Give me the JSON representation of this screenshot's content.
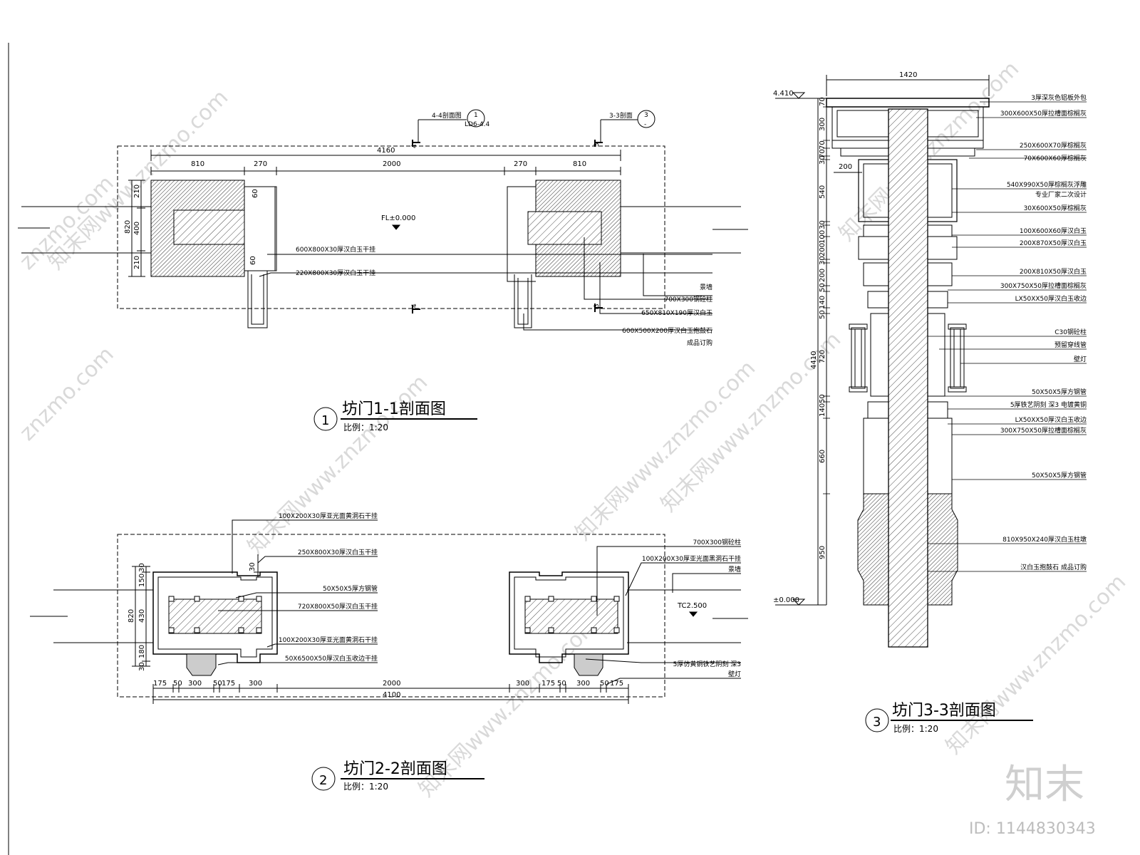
{
  "watermark": {
    "site": "znzmo.com",
    "brand": "知末网www.znzmo.com",
    "logo": "知末",
    "id": "ID: 1144830343"
  },
  "s1": {
    "title": "坊门1-1剖面图",
    "num": "1",
    "scale": "比例：1:20",
    "top_dims": [
      "810",
      "270",
      "2000",
      "270",
      "810"
    ],
    "overall": "4160",
    "left_dims": [
      "820",
      "210",
      "400",
      "210"
    ],
    "small_dims": [
      "60",
      "60"
    ],
    "level": "FL±0.000",
    "cut4": "4-4剖面图",
    "cut4_num": "1",
    "cut4_ref": "LD6-4.4",
    "cut4_mark": "4",
    "cut3": "3-3剖面",
    "cut3_num": "3",
    "cut3_ref": "-",
    "cut3_mark": "3",
    "labels": [
      "600X800X30厚汉白玉干挂",
      "220X800X30厚汉白玉干挂",
      "景墙",
      "700X300钢砼柱",
      "650X810X190厚汉白玉",
      "600X500X200厚汉白玉抱鼓石",
      "成品订购"
    ]
  },
  "s2": {
    "title": "坊门2-2剖面图",
    "num": "2",
    "scale": "比例：1:20",
    "bottom_dims": [
      "175",
      "50",
      "300",
      "50",
      "175",
      "300",
      "2000",
      "300",
      "175",
      "50",
      "300",
      "50",
      "175"
    ],
    "overall": "4100",
    "left_dims": [
      "820",
      "30",
      "150",
      "430",
      "180",
      "30"
    ],
    "small_dim": "30",
    "level": "TC2.500",
    "labels_left": [
      "100X200X30厚亚光面黄洞石干挂",
      "250X800X30厚汉白玉干挂",
      "50X50X5厚方钢管",
      "720X800X50厚汉白玉干挂",
      "100X200X30厚亚光面黄洞石干挂",
      "50X6500X50厚汉白玉收边干挂"
    ],
    "labels_right": [
      "700X300钢砼柱",
      "100X200X30厚亚光面黑洞石干挂",
      "景墙",
      "5厚仿黄铜铁艺阴刻 深3",
      "壁灯"
    ]
  },
  "s3": {
    "title": "坊门3-3剖面图",
    "num": "3",
    "scale": "比例：1:20",
    "top_dim": "1420",
    "side_dim": "200",
    "level_top": "4.410",
    "level_bot": "±0.000",
    "overall": "4410",
    "dims": [
      "70",
      "300",
      "70",
      "70",
      "30",
      "540",
      "30",
      "100",
      "200",
      "30",
      "200",
      "50",
      "140",
      "50",
      "720",
      "50",
      "140",
      "660",
      "950"
    ],
    "labels": [
      "3厚深灰色铝板外包",
      "300X600X50厚拉槽面棕榈灰",
      "250X600X70厚棕榈灰",
      "70X600X60厚棕榈灰",
      "540X990X50厚棕榈灰浮雕",
      "专业厂家二次设计",
      "30X600X50厚棕榈灰",
      "100X600X60厚汉白玉",
      "200X870X50厚汉白玉",
      "200X810X50厚汉白玉",
      "300X750X50厚拉槽面棕榈灰",
      "LX50XX50厚汉白玉收边",
      "C30钢砼柱",
      "预留穿线管",
      "壁灯",
      "50X50X5厚方钢管",
      "5厚铁艺阴刻 深3 电镀黄铜",
      "LX50XX50厚汉白玉收边",
      "300X750X50厚拉槽面棕榈灰",
      "50X50X5厚方钢管",
      "810X950X240厚汉白玉柱墩",
      "汉白玉抱鼓石 成品订购"
    ]
  }
}
